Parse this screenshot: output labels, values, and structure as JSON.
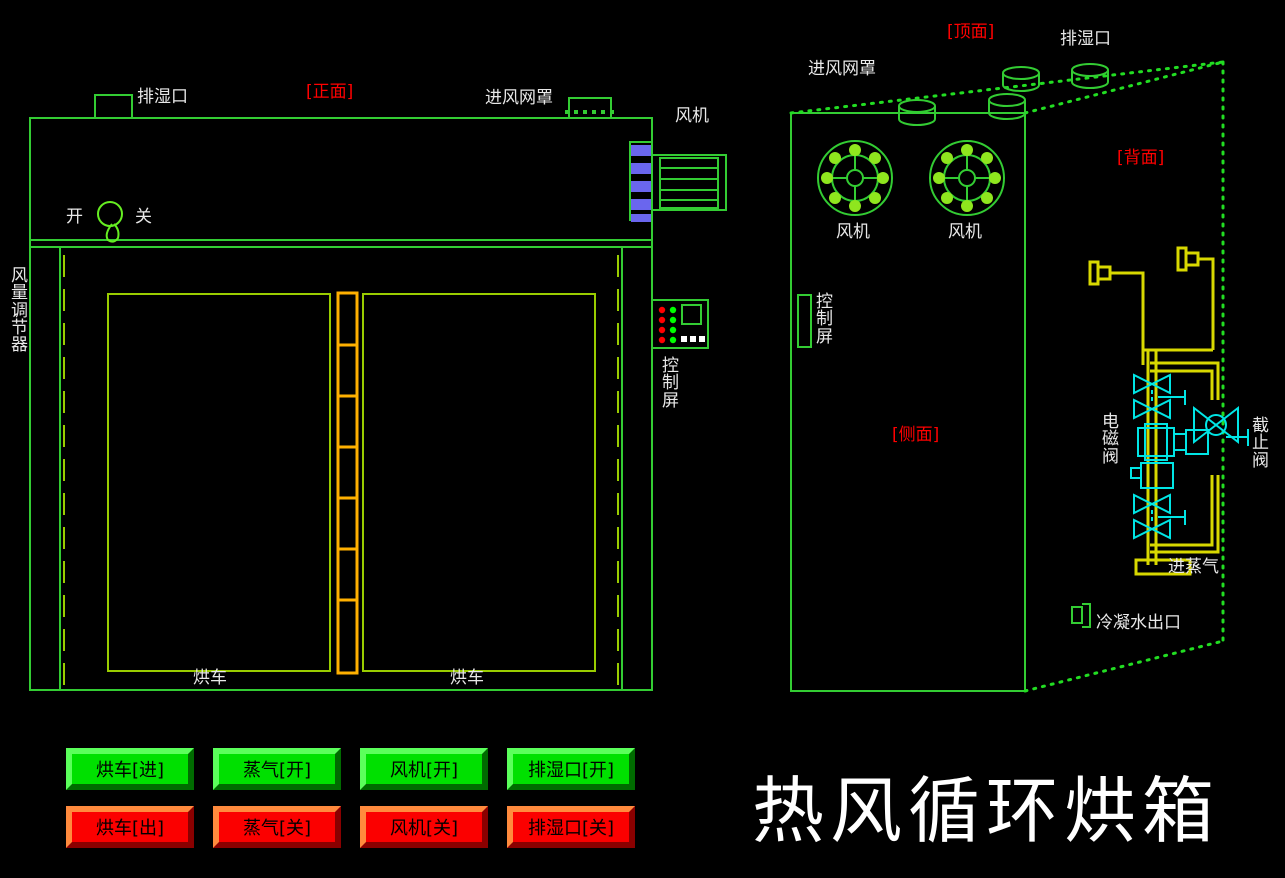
{
  "title": "热风循环烘箱",
  "views": {
    "front": {
      "tag": "[正面]"
    },
    "top": {
      "tag": "[顶面]"
    },
    "side": {
      "tag": "[侧面]"
    },
    "back": {
      "tag": "[背面]"
    }
  },
  "front_view": {
    "exhaust_port": "排湿口",
    "intake_mesh": "进风网罩",
    "fan": "风机",
    "damper_open": "开",
    "damper_close": "关",
    "air_regulator": "风量调节器",
    "control_screen": "控制屏",
    "cart_left": "烘车",
    "cart_right": "烘车"
  },
  "side_view": {
    "intake_mesh": "进风网罩",
    "exhaust_port": "排湿口",
    "fan_left": "风机",
    "fan_right": "风机",
    "control_screen": "控制屏",
    "solenoid_valve": "电磁阀",
    "stop_valve": "截止阀",
    "steam_inlet": "进蒸气",
    "condensate_outlet": "冷凝水出口"
  },
  "buttons": {
    "row_on": [
      {
        "label": "烘车[进]",
        "state": "green"
      },
      {
        "label": "蒸气[开]",
        "state": "green"
      },
      {
        "label": "风机[开]",
        "state": "green"
      },
      {
        "label": "排湿口[开]",
        "state": "green"
      }
    ],
    "row_off": [
      {
        "label": "烘车[出]",
        "state": "red"
      },
      {
        "label": "蒸气[关]",
        "state": "red"
      },
      {
        "label": "风机[关]",
        "state": "red"
      },
      {
        "label": "排湿口[关]",
        "state": "red"
      }
    ]
  },
  "colors": {
    "background": "#000000",
    "outline_green": "#33cc33",
    "bright_green": "#66ee22",
    "cart_yellow": "#ffb000",
    "pipe_yellow": "#d8d800",
    "valve_cyan": "#00e5e5",
    "fan_blue": "#6a66ee",
    "label_white": "#e8e8e8",
    "view_tag_red": "#ff0000",
    "led_red": "#ff0000",
    "led_green": "#00ff00",
    "btn_green": "#00e000",
    "btn_red": "#fb0000"
  }
}
